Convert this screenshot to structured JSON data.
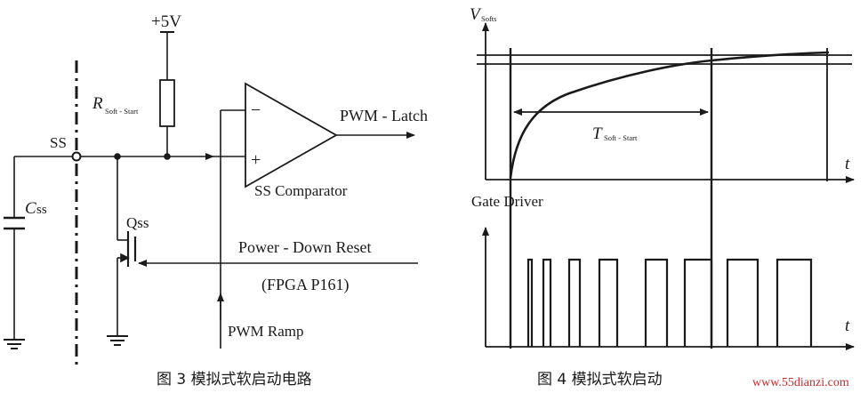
{
  "left_figure": {
    "supply_label": "+5V",
    "resistor_label_main": "R",
    "resistor_label_sub": "Soft - Start",
    "comparator_minus": "−",
    "comparator_plus": "+",
    "comparator_output": "PWM - Latch",
    "comparator_name": "SS  Comparator",
    "node_label": "SS",
    "cap_label_main": "C",
    "cap_label_sub": "ss",
    "transistor_label": "Qss",
    "reset_label": "Power - Down  Reset",
    "fpga_label": "(FPGA  P161)",
    "ramp_label": "PWM  Ramp",
    "caption": "图 3   模拟式软启动电路"
  },
  "right_figure": {
    "y_axis_main": "V",
    "y_axis_sub": "Softs",
    "t_label_top": "t",
    "t_label_bottom": "t",
    "interval_main": "T",
    "interval_sub": "Soft - Start",
    "gate_label": "Gate  Driver",
    "caption": "图 4   模拟式软启动",
    "watermark": "www.55dianzi.com"
  },
  "colors": {
    "ink": "#1a1a1a",
    "watermark": "#c03030"
  }
}
